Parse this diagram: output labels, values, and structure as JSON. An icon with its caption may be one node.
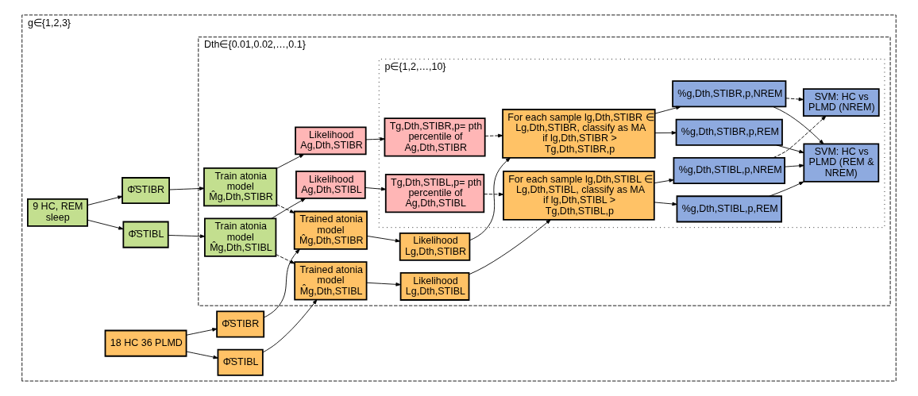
{
  "diagram": {
    "nodes": [
      {
        "text": [
          "g∈{1,2,3}"
        ]
      },
      {
        "text": [
          "Dth∈{0.01,0.02,…,0.1}"
        ],
        "in": 0
      },
      {
        "text": [
          "p∈{1,2,…,10}"
        ],
        "in": 1
      },
      {
        "text": [
          "9 HC, REM sleep"
        ],
        "in": 0
      },
      {
        "text": [
          "Φ̄STIBL"
        ],
        "in": 0
      },
      {
        "text": [
          "Φ̄STIBR"
        ],
        "in": 0
      },
      {
        "text": [
          "Train atonia model M̂g,Dth,STIBL"
        ],
        "in": 1
      },
      {
        "text": [
          "Likelihood Ag,Dth,STIBL"
        ],
        "in": 1
      },
      {
        "text": [
          "Train atonia model M̂g,Dth,STIBR"
        ],
        "in": 1
      },
      {
        "text": [
          "Likelihood Ag,Dth,STIBR"
        ],
        "in": 1
      },
      {
        "text": [
          "18 HC 36 PLMD"
        ],
        "in": 0
      },
      {
        "text": [
          "Φ̄STIBL"
        ],
        "in": 0
      },
      {
        "text": [
          "Φ̄STIBR"
        ],
        "in": 0
      },
      {
        "text": [
          "Trained atonia model M̂g,Dth,STIBL"
        ],
        "in": 1
      },
      {
        "text": [
          "Likelihood Lg,Dth,STIBL"
        ],
        "in": 1
      },
      {
        "text": [
          "Trained atonia model M̂g,Dth,STIBR"
        ],
        "in": 1
      },
      {
        "text": [
          "Likelihood Lg,Dth,STIBR"
        ],
        "in": 1
      },
      {
        "text": [
          "Tg,Dth,STIBL,p= pth percentile of Ag,Dth,STIBL"
        ],
        "in": 2
      },
      {
        "text": [
          "Tg,Dth,STIBR,p= pth percentile of Ag,Dth,STIBR"
        ],
        "in": 2
      },
      {
        "text": [
          "For each sample lg,Dth,STIBL ∈ Lg,Dth,STIBL, classify as MA if lg,Dth,STIBL > Tg,Dth,STIBL,p"
        ],
        "in": 2
      },
      {
        "text": [
          "For each sample lg,Dth,STIBR ∈ Lg,Dth,STIBR, classify as MA if lg,Dth,STIBR > Tg,Dth,STIBR,p"
        ],
        "in": 2
      },
      {
        "text": [
          "%g,Dth,STIBL,p,REM"
        ],
        "in": 2
      },
      {
        "text": [
          "%g,Dth,STIBL,p,NREM"
        ],
        "in": 2
      },
      {
        "text": [
          "%g,Dth,STIBR,p,REM"
        ],
        "in": 2
      },
      {
        "text": [
          "%g,Dth,STIBR,p,NREM"
        ],
        "in": 2
      },
      {
        "text": [
          "SVM: HC vs PLMD (REM & NREM)"
        ],
        "in": 2
      },
      {
        "text": [
          "SVM: HC vs PLMD (NREM)"
        ],
        "in": 2
      }
    ],
    "edges": [
      {
        "from": 3,
        "to": 4,
        "arrow": "to"
      },
      {
        "from": 3,
        "to": 5,
        "arrow": "to"
      },
      {
        "from": 4,
        "to": 6,
        "arrow": "to"
      },
      {
        "from": 5,
        "to": 8,
        "arrow": "to"
      },
      {
        "from": 6,
        "to": 7,
        "arrow": "to"
      },
      {
        "from": 8,
        "to": 9,
        "arrow": "to"
      },
      {
        "from": 7,
        "to": 17,
        "arrow": "to"
      },
      {
        "from": 9,
        "to": 18,
        "arrow": "to"
      },
      {
        "from": 6,
        "to": 13,
        "arrow": "to",
        "style": "dashed"
      },
      {
        "from": 8,
        "to": 15,
        "arrow": "to",
        "style": "dashed"
      },
      {
        "from": 10,
        "to": 11,
        "arrow": "to"
      },
      {
        "from": 10,
        "to": 12,
        "arrow": "to"
      },
      {
        "from": 11,
        "to": 13,
        "arrow": "to"
      },
      {
        "from": 12,
        "to": 15,
        "arrow": "to"
      },
      {
        "from": 13,
        "to": 14,
        "arrow": "to"
      },
      {
        "from": 15,
        "to": 16,
        "arrow": "to"
      },
      {
        "from": 14,
        "to": 19,
        "arrow": "to"
      },
      {
        "from": 16,
        "to": 20,
        "arrow": "to"
      },
      {
        "from": 17,
        "to": 19,
        "arrow": "to",
        "style": "dashed"
      },
      {
        "from": 18,
        "to": 20,
        "arrow": "to",
        "style": "dashed"
      },
      {
        "from": 19,
        "to": 21,
        "arrow": "to"
      },
      {
        "from": 19,
        "to": 22,
        "arrow": "to"
      },
      {
        "from": 20,
        "to": 23,
        "arrow": "to"
      },
      {
        "from": 20,
        "to": 24,
        "arrow": "to"
      },
      {
        "from": 21,
        "to": 25,
        "arrow": "to"
      },
      {
        "from": 22,
        "to": 25,
        "arrow": "to"
      },
      {
        "from": 23,
        "to": 25,
        "arrow": "to"
      },
      {
        "from": 24,
        "to": 25,
        "arrow": "to"
      },
      {
        "from": 22,
        "to": 26,
        "arrow": "to",
        "style": "dashed"
      },
      {
        "from": 24,
        "to": 26,
        "arrow": "to",
        "style": "dashed"
      }
    ]
  }
}
